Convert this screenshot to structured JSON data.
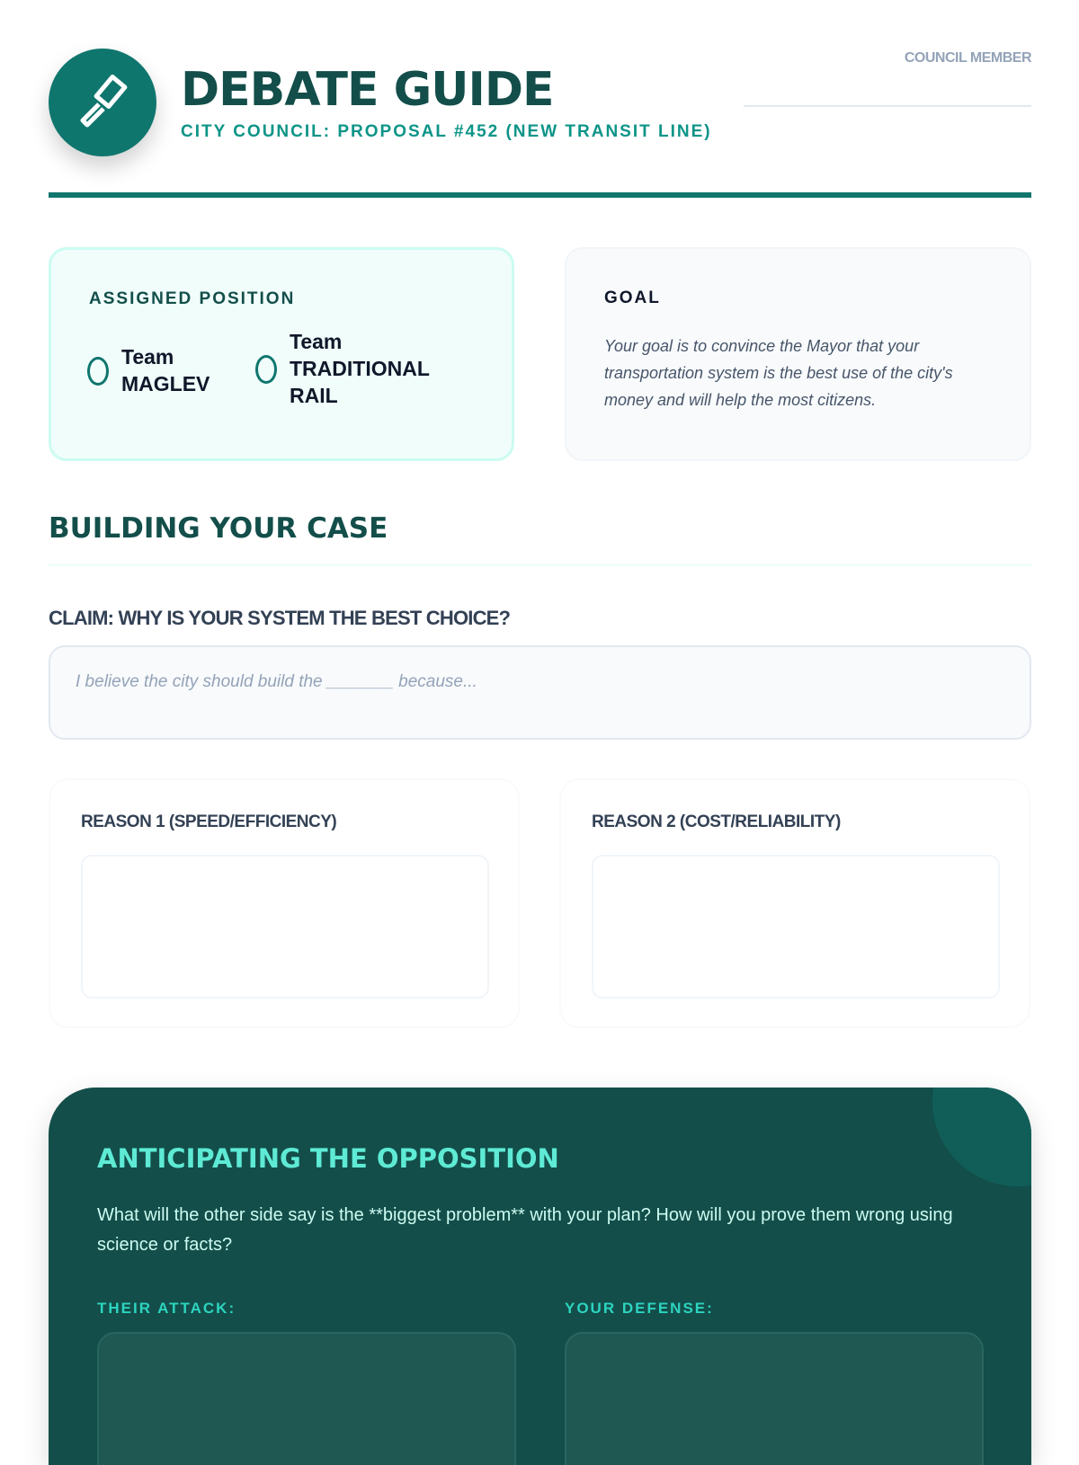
{
  "header": {
    "title": "DEBATE GUIDE",
    "subtitle": "CITY COUNCIL: PROPOSAL #452 (NEW TRANSIT LINE)",
    "member_label": "COUNCIL MEMBER",
    "icon": "gavel-icon"
  },
  "position": {
    "label": "ASSIGNED POSITION",
    "options": [
      {
        "line1": "Team",
        "line2": "MAGLEV"
      },
      {
        "line1": "Team",
        "line2": "TRADITIONAL",
        "line3": "RAIL"
      }
    ]
  },
  "goal": {
    "label": "GOAL",
    "text": "Your goal is to convince the Mayor that your transportation system is the best use of the city's money and will help the most citizens."
  },
  "case": {
    "heading": "BUILDING YOUR CASE",
    "claim_label": "CLAIM: WHY IS YOUR SYSTEM THE BEST CHOICE?",
    "claim_placeholder": "I believe the city should build the _______ because...",
    "reason1": "REASON 1 (SPEED/EFFICIENCY)",
    "reason2": "REASON 2 (COST/RELIABILITY)"
  },
  "opposition": {
    "heading": "ANTICIPATING THE OPPOSITION",
    "text": "What will the other side say is the **biggest problem** with your plan? How will you prove them wrong using science or facts?",
    "attack_label": "THEIR ATTACK:",
    "defense_label": "YOUR DEFENSE:"
  },
  "colors": {
    "primary": "#0f766e",
    "dark": "#134e4a",
    "accent": "#5eead4"
  }
}
